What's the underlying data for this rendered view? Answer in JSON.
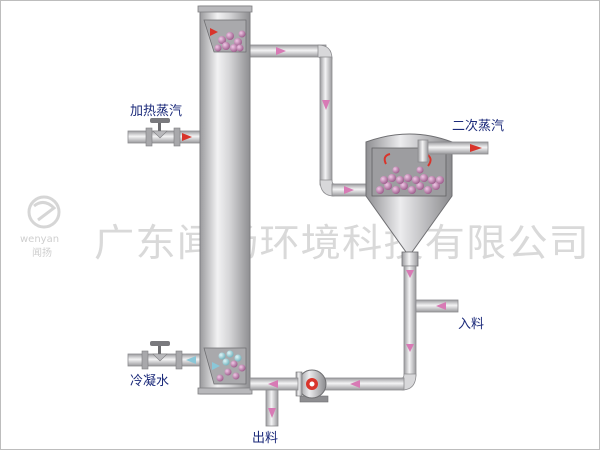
{
  "labels": {
    "heating_steam": "加热蒸汽",
    "secondary_steam": "二次蒸汽",
    "feed_in": "入料",
    "cooling_water": "冷凝水",
    "discharge": "出料"
  },
  "watermark": {
    "company": "广东闻扬环境科技有限公司",
    "logo_latin": "wenyan",
    "logo_cn": "闻扬"
  },
  "colors": {
    "pipe": "#c9c9cb",
    "pipe_dark": "#8c8c8f",
    "flow_arrow": "#d87ab5",
    "steam_arrow": "#d9342b",
    "label": "#1b2a7a",
    "particle": "#b0709e",
    "watermark": "#d9d9d9"
  }
}
